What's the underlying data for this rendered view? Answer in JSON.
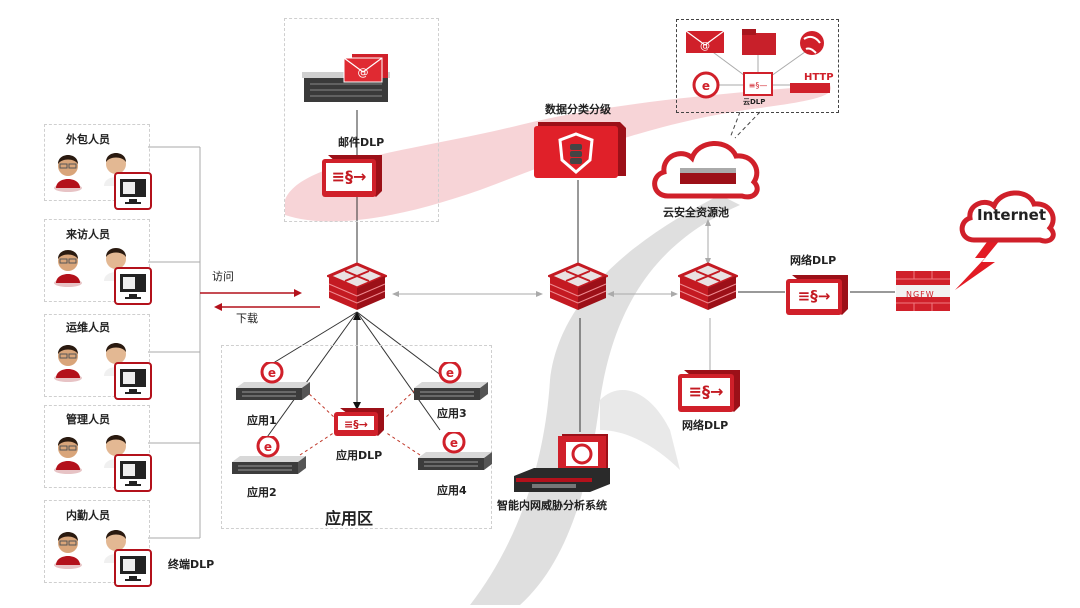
{
  "colors": {
    "accent": "#d0202a",
    "accent_dark": "#9c1018",
    "pink_band": "#f6cdd0",
    "gray_band": "#d9d9d9",
    "line": "#333333",
    "gray_line": "#aaaaaa"
  },
  "user_groups": [
    {
      "label": "外包人员"
    },
    {
      "label": "来访人员"
    },
    {
      "label": "运维人员"
    },
    {
      "label": "管理人员"
    },
    {
      "label": "内勤人员"
    }
  ],
  "terminal_dlp_label": "终端DLP",
  "flows": {
    "visit": "访问",
    "download": "下载"
  },
  "mail": {
    "dlp_label": "邮件DLP"
  },
  "app_zone": {
    "title": "应用区",
    "apps": [
      {
        "label": "应用1"
      },
      {
        "label": "应用2"
      },
      {
        "label": "应用3"
      },
      {
        "label": "应用4"
      }
    ],
    "dlp_label": "应用DLP"
  },
  "data_classification": {
    "label": "数据分类分级"
  },
  "threat_system": {
    "label": "智能内网威胁分析系统"
  },
  "cloud": {
    "label": "云安全资源池",
    "popup": {
      "dlp_label": "云DLP",
      "http_label": "HTTP"
    }
  },
  "network_dlp": [
    {
      "label": "网络DLP"
    },
    {
      "label": "网络DLP"
    }
  ],
  "firewall": {
    "label": "NGFW"
  },
  "internet": {
    "label": "Internet"
  }
}
